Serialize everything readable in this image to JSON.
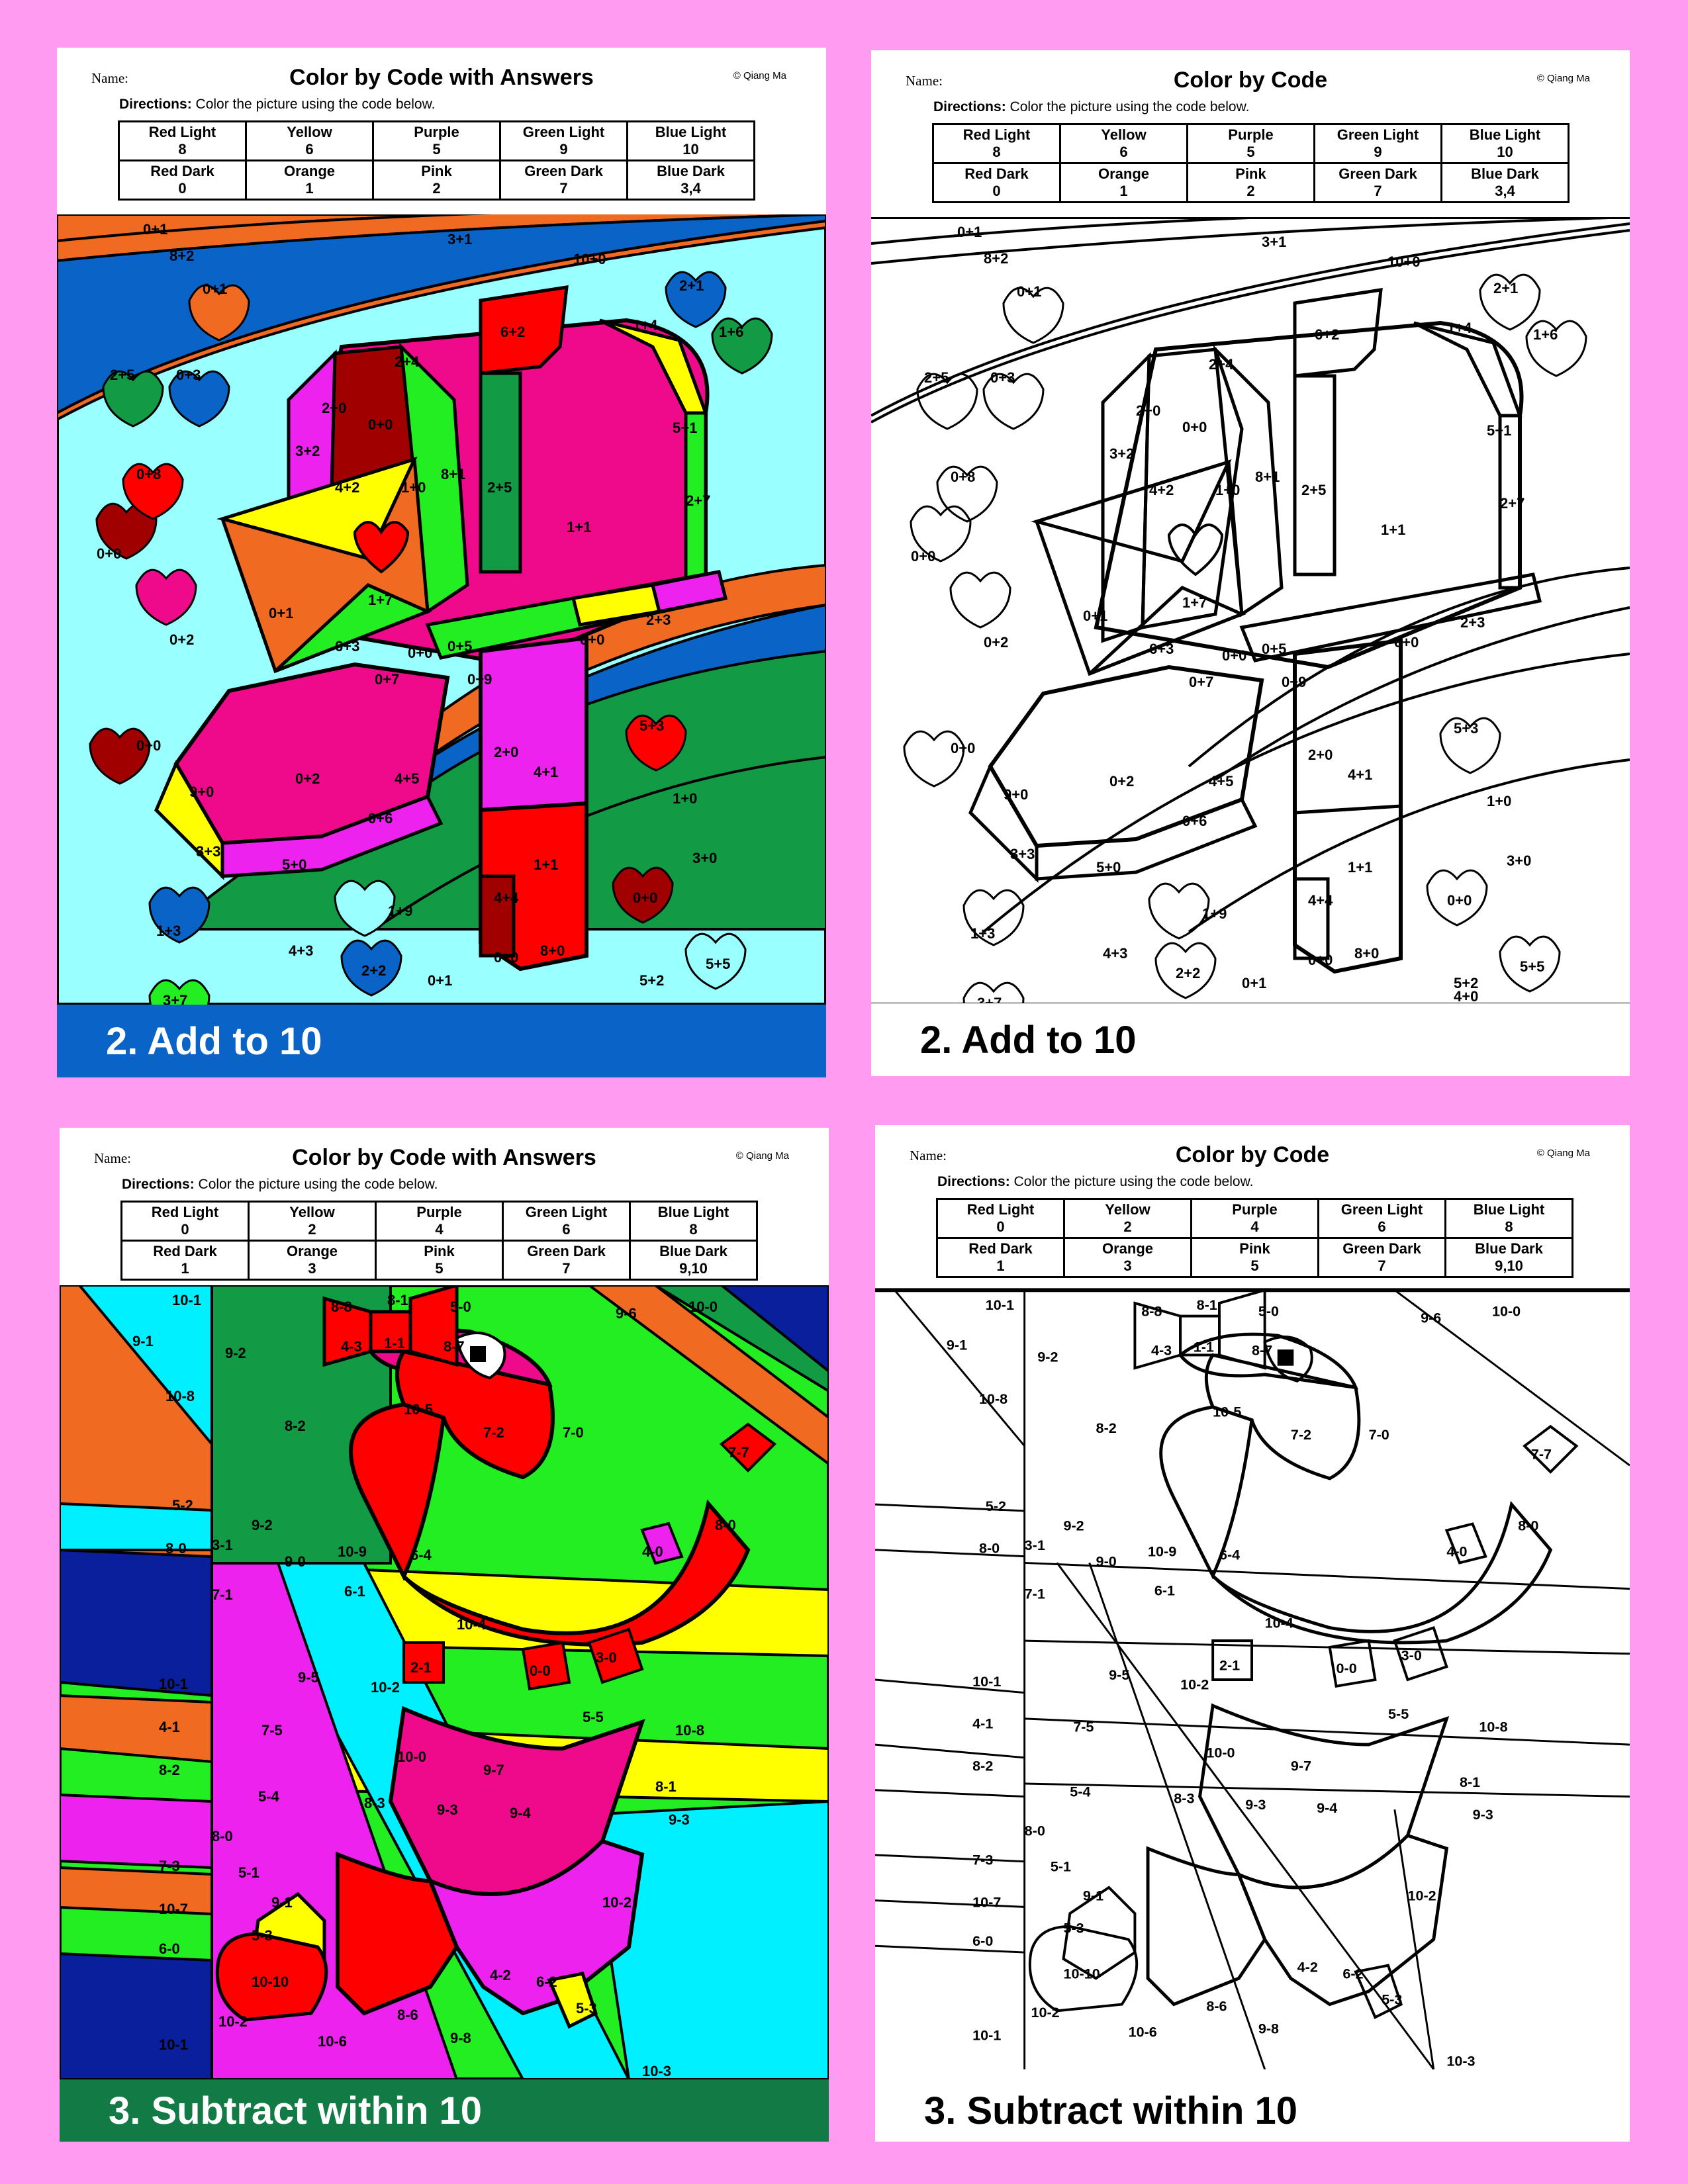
{
  "sheets": [
    {
      "name_label": "Name:",
      "title": "Color by Code with Answers",
      "copyright": "© Qiang Ma",
      "directions_label": "Directions:",
      "directions_text": " Color the picture using the code below.",
      "code_table": [
        [
          "Red Light",
          "8"
        ],
        [
          "Yellow",
          "6"
        ],
        [
          "Purple",
          "5"
        ],
        [
          "Green Light",
          "9"
        ],
        [
          "Blue Light",
          "10"
        ],
        [
          "Red Dark",
          "0"
        ],
        [
          "Orange",
          "1"
        ],
        [
          "Pink",
          "2"
        ],
        [
          "Green Dark",
          "7"
        ],
        [
          "Blue Dark",
          "3,4"
        ]
      ],
      "banner": "2. Add to 10"
    },
    {
      "name_label": "Name:",
      "title": "Color by Code",
      "copyright": "© Qiang Ma",
      "directions_label": "Directions:",
      "directions_text": " Color the picture using the code below.",
      "code_table": [
        [
          "Red Light",
          "8"
        ],
        [
          "Yellow",
          "6"
        ],
        [
          "Purple",
          "5"
        ],
        [
          "Green Light",
          "9"
        ],
        [
          "Blue Light",
          "10"
        ],
        [
          "Red Dark",
          "0"
        ],
        [
          "Orange",
          "1"
        ],
        [
          "Pink",
          "2"
        ],
        [
          "Green Dark",
          "7"
        ],
        [
          "Blue Dark",
          "3,4"
        ]
      ],
      "banner": "2. Add to 10"
    },
    {
      "name_label": "Name:",
      "title": "Color by Code with Answers",
      "copyright": "© Qiang Ma",
      "directions_label": "Directions:",
      "directions_text": " Color the picture using the code below.",
      "code_table": [
        [
          "Red Light",
          "0"
        ],
        [
          "Yellow",
          "2"
        ],
        [
          "Purple",
          "4"
        ],
        [
          "Green Light",
          "6"
        ],
        [
          "Blue Light",
          "8"
        ],
        [
          "Red Dark",
          "1"
        ],
        [
          "Orange",
          "3"
        ],
        [
          "Pink",
          "5"
        ],
        [
          "Green Dark",
          "7"
        ],
        [
          "Blue Dark",
          "9,10"
        ]
      ],
      "banner": "3. Subtract within 10"
    },
    {
      "name_label": "Name:",
      "title": "Color by Code",
      "copyright": "© Qiang Ma",
      "directions_label": "Directions:",
      "directions_text": " Color the picture using the code below.",
      "code_table": [
        [
          "Red Light",
          "0"
        ],
        [
          "Yellow",
          "2"
        ],
        [
          "Purple",
          "4"
        ],
        [
          "Green Light",
          "6"
        ],
        [
          "Blue Light",
          "8"
        ],
        [
          "Red Dark",
          "1"
        ],
        [
          "Orange",
          "3"
        ],
        [
          "Pink",
          "5"
        ],
        [
          "Green Dark",
          "7"
        ],
        [
          "Blue Dark",
          "9,10"
        ]
      ],
      "banner": "3. Subtract within 10"
    }
  ],
  "problems_add": [
    "0+1",
    "8+2",
    "3+1",
    "10+0",
    "2+1",
    "1+4",
    "1+6",
    "2+5",
    "0+3",
    "0+1",
    "6+2",
    "2+4",
    "2+0",
    "0+0",
    "5+1",
    "0+8",
    "3+2",
    "4+2",
    "1+0",
    "8+1",
    "2+5",
    "1+1",
    "2+7",
    "0+0",
    "1+7",
    "0+1",
    "0+2",
    "6+3",
    "0+0",
    "0+5",
    "0+7",
    "0+9",
    "6+0",
    "2+3",
    "5+3",
    "0+0",
    "9+0",
    "0+2",
    "4+5",
    "2+0",
    "4+1",
    "1+0",
    "3+3",
    "0+6",
    "5+0",
    "3+0",
    "1+3",
    "1+9",
    "4+4",
    "1+1",
    "0+0",
    "4+3",
    "2+2",
    "0+0",
    "8+0",
    "5+5",
    "3+7",
    "0+1",
    "5+2",
    "4+0"
  ],
  "problems_sub": [
    "10-1",
    "9-1",
    "9-2",
    "8-8",
    "8-1",
    "5-0",
    "4-3",
    "1-1",
    "8-7",
    "9-6",
    "10-0",
    "10-8",
    "10-5",
    "8-2",
    "7-2",
    "7-0",
    "7-7",
    "5-2",
    "9-2",
    "3-1",
    "8-0",
    "9-0",
    "10-9",
    "6-4",
    "4-0",
    "8-0",
    "7-1",
    "6-1",
    "10-4",
    "3-0",
    "10-1",
    "9-5",
    "2-1",
    "0-0",
    "10-2",
    "4-1",
    "7-5",
    "10-0",
    "5-5",
    "10-8",
    "8-2",
    "9-7",
    "5-4",
    "8-3",
    "9-3",
    "9-4",
    "8-1",
    "9-3",
    "8-0",
    "7-3",
    "5-1",
    "9-1",
    "10-7",
    "5-3",
    "10-2",
    "6-0",
    "10-10",
    "4-2",
    "6-2",
    "8-6",
    "10-2",
    "5-3",
    "10-1",
    "10-6",
    "9-8",
    "10-3"
  ],
  "colors": {
    "page_bg": "#ff9cf2",
    "sky": "#99ffff",
    "red": "#ff0000",
    "dark_red": "#a00000",
    "pink": "#ee0a8a",
    "purple": "#ee22ee",
    "yellow": "#ffff00",
    "orange": "#f06a22",
    "green_light": "#22ee22",
    "green_dark": "#139a45",
    "blue_light": "#00f0ff",
    "blue_dark": "#0a1f9c",
    "blue_band": "#0a64c8",
    "dark_green_banner": "#127a44"
  }
}
